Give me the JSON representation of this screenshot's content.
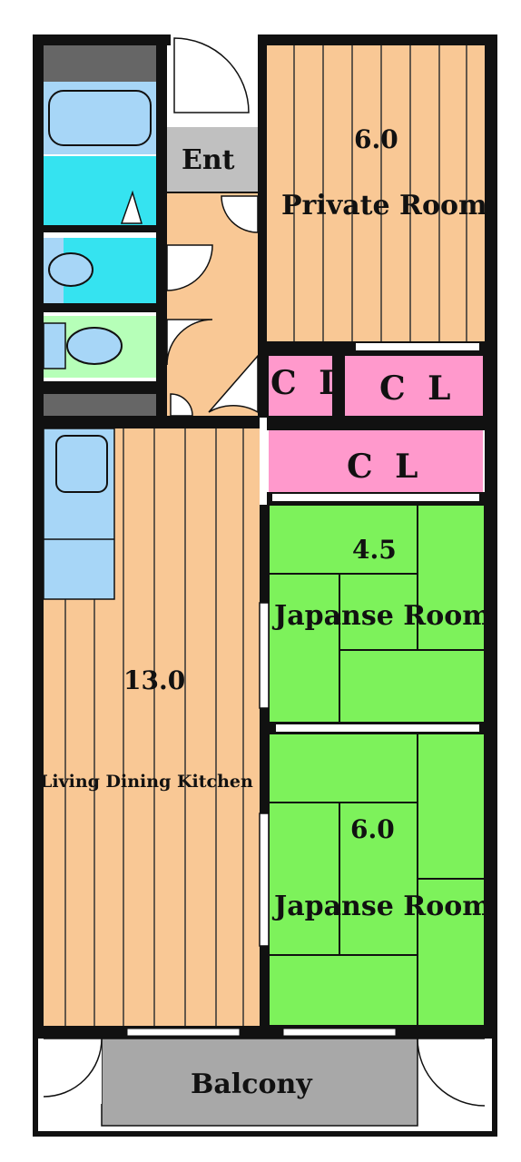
{
  "floorplan": {
    "entrance": {
      "label": "Ent"
    },
    "private_room": {
      "size": "6.0",
      "name": "Private Room"
    },
    "closets": [
      {
        "label": "C L"
      },
      {
        "label": "C L"
      },
      {
        "label": "C L"
      }
    ],
    "japanese_room_small": {
      "size": "4.5",
      "name": "Japanse Room"
    },
    "japanese_room_large": {
      "size": "6.0",
      "name": "Japanse Room"
    },
    "ldk": {
      "size": "13.0",
      "name": "Living Dining Kitchen"
    },
    "balcony": {
      "label": "Balcony"
    },
    "colors": {
      "wall": "#111111",
      "flooring": "#f9c895",
      "tatami": "#7df25b",
      "closet": "#ff99cc",
      "bath": "#35e3f0",
      "fixture": "#a7d6f7",
      "toilet_room": "#b6ffb8",
      "entrance": "#c0c0c0",
      "balcony": "#a8a8a8"
    }
  }
}
